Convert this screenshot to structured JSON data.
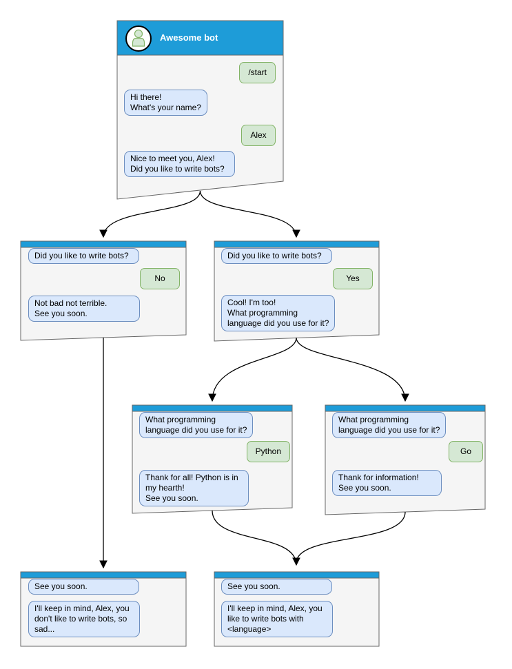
{
  "colors": {
    "header_blue": "#1e9cd8",
    "window_fill": "#f5f5f5",
    "window_stroke": "#666666",
    "bot_bubble_fill": "#dae8fc",
    "bot_bubble_stroke": "#6c8ebf",
    "user_bubble_fill": "#d5e8d4",
    "user_bubble_stroke": "#82b366",
    "arrow_color": "#000000"
  },
  "root_window": {
    "title": "Awesome bot",
    "avatar_icon": "person-icon",
    "messages": {
      "start_command": "/start",
      "ask_name": "Hi there!\nWhat's your name?",
      "name_answer": "Alex",
      "ask_bots": "Nice to meet you, Alex!\nDid you like to write bots?"
    }
  },
  "no_window": {
    "question": "Did you like to write bots?",
    "answer": "No",
    "reply": "Not bad not terrible.\nSee you soon."
  },
  "yes_window": {
    "question": "Did you like to write bots?",
    "answer": "Yes",
    "reply": "Cool! I'm too!\nWhat programming\nlanguage did you use for it?"
  },
  "python_window": {
    "question": "What programming\nlanguage did you use for it?",
    "answer": "Python",
    "reply": "Thank for all! Python is in\nmy hearth!\nSee you soon."
  },
  "go_window": {
    "question": "What programming\nlanguage did you use for it?",
    "answer": "Go",
    "reply": "Thank for information!\nSee you soon."
  },
  "end_no_window": {
    "question": "See you soon.",
    "reply": "I'll keep in mind, Alex, you\ndon't like to write bots, so\nsad..."
  },
  "end_yes_window": {
    "question": "See you soon.",
    "reply": "I'll keep in mind, Alex, you\nlike to write bots with\n<language>"
  }
}
